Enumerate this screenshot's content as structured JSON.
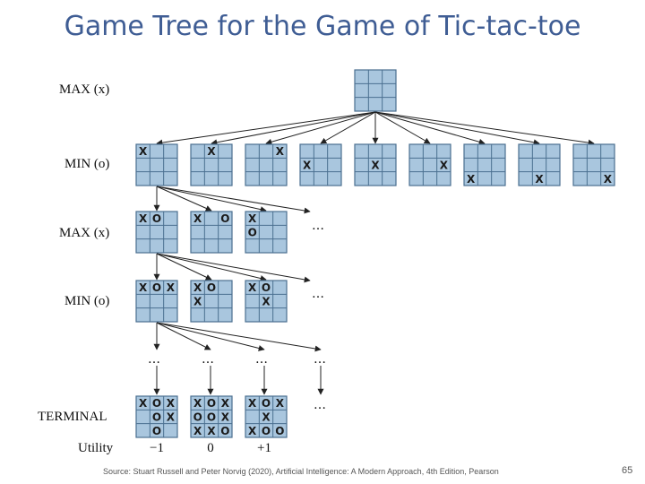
{
  "title": "Game Tree for the Game of Tic-tac-toe",
  "levels": [
    {
      "id": "max1",
      "label": "MAX (x)"
    },
    {
      "id": "min1",
      "label": "MIN (o)"
    },
    {
      "id": "max2",
      "label": "MAX (x)"
    },
    {
      "id": "min2",
      "label": "MIN (o)"
    },
    {
      "id": "terminal",
      "label": "TERMINAL"
    },
    {
      "id": "utility",
      "label": "Utility"
    }
  ],
  "ellipsis": "…",
  "boards": [
    {
      "id": "root",
      "cells": [
        "",
        "",
        "",
        "",
        "",
        "",
        "",
        "",
        ""
      ]
    },
    {
      "id": "min1-1",
      "cells": [
        "X",
        "",
        "",
        "",
        "",
        "",
        "",
        "",
        ""
      ]
    },
    {
      "id": "min1-2",
      "cells": [
        "",
        "X",
        "",
        "",
        "",
        "",
        "",
        "",
        ""
      ]
    },
    {
      "id": "min1-3",
      "cells": [
        "",
        "",
        "X",
        "",
        "",
        "",
        "",
        "",
        ""
      ]
    },
    {
      "id": "min1-4",
      "cells": [
        "",
        "",
        "",
        "X",
        "",
        "",
        "",
        "",
        ""
      ]
    },
    {
      "id": "min1-5",
      "cells": [
        "",
        "",
        "",
        "",
        "X",
        "",
        "",
        "",
        ""
      ]
    },
    {
      "id": "min1-6",
      "cells": [
        "",
        "",
        "",
        "",
        "",
        "X",
        "",
        "",
        ""
      ]
    },
    {
      "id": "min1-7",
      "cells": [
        "",
        "",
        "",
        "",
        "",
        "",
        "X",
        "",
        ""
      ]
    },
    {
      "id": "min1-8",
      "cells": [
        "",
        "",
        "",
        "",
        "",
        "",
        "",
        "X",
        ""
      ]
    },
    {
      "id": "min1-9",
      "cells": [
        "",
        "",
        "",
        "",
        "",
        "",
        "",
        "",
        "X"
      ]
    },
    {
      "id": "max2-1",
      "cells": [
        "X",
        "O",
        "",
        "",
        "",
        "",
        "",
        "",
        ""
      ]
    },
    {
      "id": "max2-2",
      "cells": [
        "X",
        "",
        "O",
        "",
        "",
        "",
        "",
        "",
        ""
      ]
    },
    {
      "id": "max2-3",
      "cells": [
        "X",
        "",
        "",
        "O",
        "",
        "",
        "",
        "",
        ""
      ]
    },
    {
      "id": "min2-1",
      "cells": [
        "X",
        "O",
        "X",
        "",
        "",
        "",
        "",
        "",
        ""
      ]
    },
    {
      "id": "min2-2",
      "cells": [
        "X",
        "O",
        "",
        "X",
        "",
        "",
        "",
        "",
        ""
      ]
    },
    {
      "id": "min2-3",
      "cells": [
        "X",
        "O",
        "",
        "",
        "X",
        "",
        "",
        "",
        ""
      ]
    },
    {
      "id": "term-1",
      "cells": [
        "X",
        "O",
        "X",
        "",
        "O",
        "X",
        "",
        "O",
        ""
      ]
    },
    {
      "id": "term-2",
      "cells": [
        "X",
        "O",
        "X",
        "O",
        "O",
        "X",
        "X",
        "X",
        "O"
      ]
    },
    {
      "id": "term-3",
      "cells": [
        "X",
        "O",
        "X",
        "",
        "X",
        "",
        "X",
        "O",
        "O"
      ]
    }
  ],
  "utilities": [
    "−1",
    "0",
    "+1"
  ],
  "source": "Source: Stuart Russell and Peter Norvig (2020), Artificial Intelligence: A Modern Approach, 4th Edition, Pearson",
  "page_number": "65"
}
